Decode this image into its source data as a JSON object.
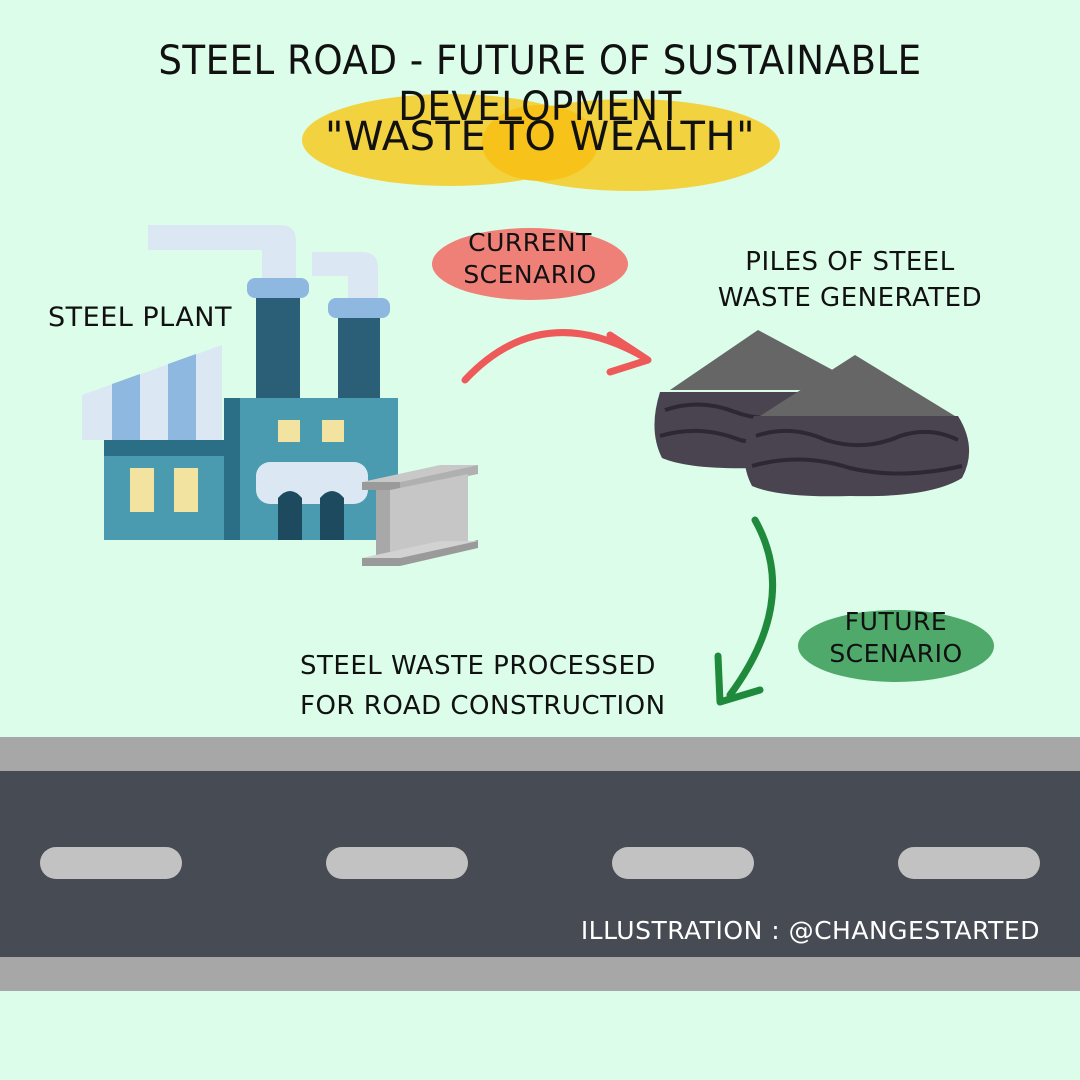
{
  "title": "STEEL ROAD - FUTURE OF SUSTAINABLE DEVELOPMENT",
  "subtitle": "\"WASTE TO WEALTH\"",
  "labels": {
    "steel_plant": "STEEL PLANT",
    "current_scenario_line1": "CURRENT",
    "current_scenario_line2": "SCENARIO",
    "piles_line1": "PILES OF STEEL",
    "piles_line2": "WASTE GENERATED",
    "future_scenario_line1": "FUTURE",
    "future_scenario_line2": "SCENARIO",
    "processed_line1": "STEEL WASTE PROCESSED",
    "processed_line2": "FOR ROAD CONSTRUCTION",
    "credit": "ILLUSTRATION : @CHANGESTARTED"
  },
  "colors": {
    "background": "#dcfdea",
    "highlight_yellow": "#f3d23f",
    "current_pill": "#ef8077",
    "current_arrow": "#ee5a5a",
    "future_pill": "#4ea96a",
    "future_arrow": "#1f8a3c",
    "road_asphalt": "#474b53",
    "road_edge": "#a7a7a7",
    "lane_marking": "#c2c2c2"
  },
  "icons": [
    "steel-plant-icon",
    "steel-i-beam-icon",
    "steel-waste-pile-icon"
  ]
}
